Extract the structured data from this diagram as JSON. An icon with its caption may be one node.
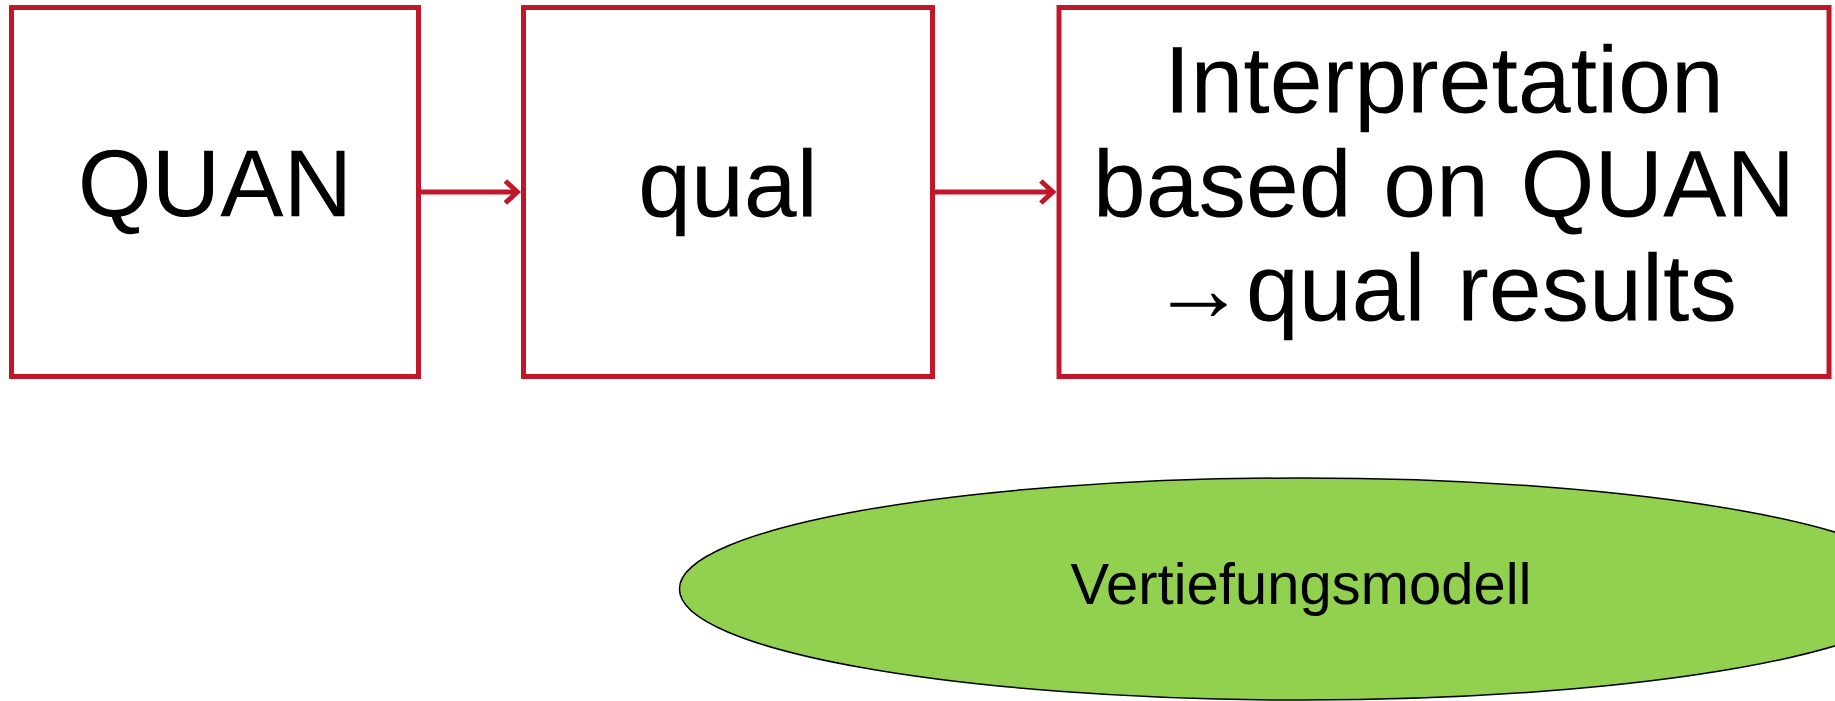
{
  "diagram": {
    "nodes": [
      {
        "text": [
          "QUAN"
        ]
      },
      {
        "text": [
          "qual"
        ]
      },
      {
        "text": [
          "Interpretation based on QUAN →qual results"
        ]
      },
      {
        "text": [
          "Vertiefungsmodell"
        ]
      }
    ],
    "edges": [
      {
        "from": 0,
        "to": 1,
        "arrow": "to"
      },
      {
        "from": 1,
        "to": 2,
        "arrow": "to"
      }
    ]
  }
}
